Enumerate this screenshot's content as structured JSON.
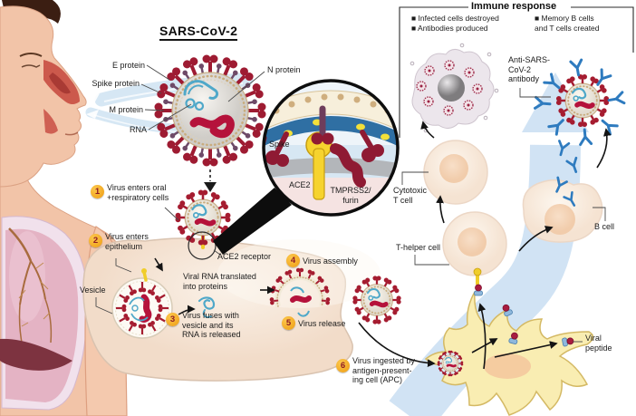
{
  "figure": {
    "title": "SARS-CoV-2",
    "virus_labels": {
      "e_protein": "E protein",
      "spike_protein": "Spike protein",
      "m_protein": "M protein",
      "rna": "RNA",
      "n_protein": "N protein"
    },
    "inset_labels": {
      "spike": "Spike",
      "ace2": "ACE2",
      "tmprss2_furin": "TMPRSS2/\nfurin"
    },
    "steps": [
      {
        "num": "1",
        "text": "Virus enters oral\n+respiratory cells"
      },
      {
        "num": "2",
        "text": "Virus enters\nepithelium"
      },
      {
        "num": "3",
        "text": "Virus fuses with\nvesicle and its\nRNA is released"
      },
      {
        "num": "4",
        "text": "Virus assembly"
      },
      {
        "num": "5",
        "text": "Virus release"
      },
      {
        "num": "6",
        "text": "Virus ingested by\nantigen-present-\ning cell (APC)"
      }
    ],
    "cell_labels": {
      "ace2_receptor": "ACE2 receptor",
      "vesicle": "Vesicle",
      "viral_rna_translated": "Viral RNA translated\ninto proteins"
    },
    "immune": {
      "header": "Immune response",
      "left_bullets": "■ Infected cells destroyed\n■ Antibodies produced",
      "right_bullets": "■ Memory B cells\nand T cells created",
      "anti_sars_antibody": "Anti-SARS-\nCoV-2\nantibody",
      "cytotoxic_t_cell": "Cytotoxic\nT cell",
      "t_helper_cell": "T-helper cell",
      "b_cell": "B cell",
      "viral_peptide": "Viral\npeptide"
    },
    "colors": {
      "spike_maroon": "#9e1b32",
      "ace2_yellow": "#f5d42c",
      "antibody_blue": "#2e7bbf",
      "badge_orange": "#f2a41b",
      "immune_arrow_blue": "#cde1f3"
    }
  }
}
